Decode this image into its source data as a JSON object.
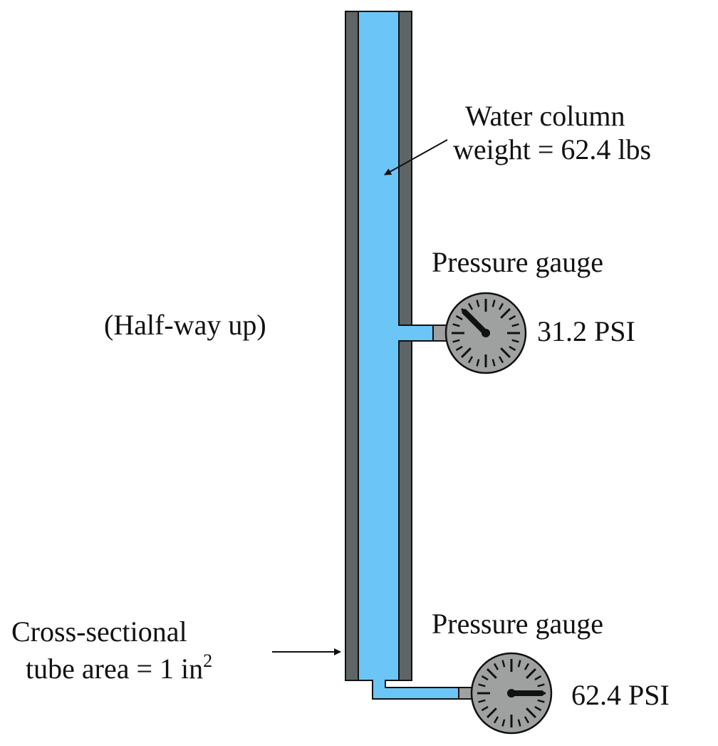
{
  "labels": {
    "water_column_line1": "Water column",
    "water_column_line2": "weight = 62.4 lbs",
    "half_way": "(Half-way up)",
    "cross_line1": "Cross-sectional",
    "cross_line2": "tube area = 1 in",
    "cross_superscript": "2"
  },
  "gauges": [
    {
      "id": "mid",
      "title": "Pressure gauge",
      "reading": "31.2 PSI",
      "needle_value": 0.5
    },
    {
      "id": "bottom",
      "title": "Pressure gauge",
      "reading": "62.4 PSI",
      "needle_value": 1.0
    }
  ],
  "colors": {
    "water": "#6CC5F7",
    "tube_wall": "#5F6566",
    "gauge_face": "#9FA1A0",
    "gauge_port": "#9FA1A0",
    "ink": "#111111"
  }
}
